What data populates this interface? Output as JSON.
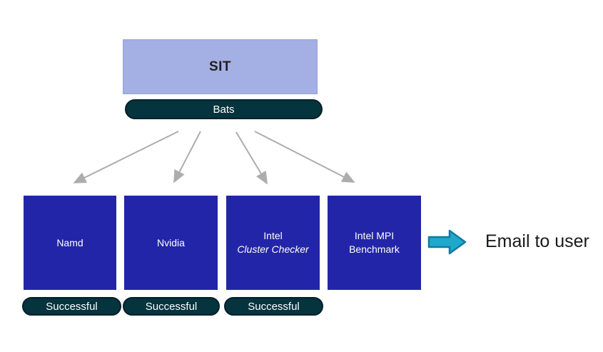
{
  "root": {
    "title": "SIT",
    "runner": "Bats"
  },
  "tests": [
    {
      "line1": "Namd",
      "line2": "",
      "status": "Successful"
    },
    {
      "line1": "Nvidia",
      "line2": "",
      "status": "Successful"
    },
    {
      "line1": "Intel",
      "line2": "Cluster Checker",
      "status": "Successful"
    },
    {
      "line1": "Intel MPI",
      "line2": "Benchmark",
      "status": ""
    }
  ],
  "output": {
    "label": "Email to user"
  },
  "colors": {
    "root_fill": "#A4AFE4",
    "node_fill": "#2325A8",
    "pill_fill": "#05333E",
    "fan_arrow_gray": "#ADADAD",
    "output_arrow_fill": "#1EA9CC",
    "output_arrow_stroke": "#1478A0",
    "text_dark": "#1a1a1a",
    "text_light": "#ffffff"
  }
}
